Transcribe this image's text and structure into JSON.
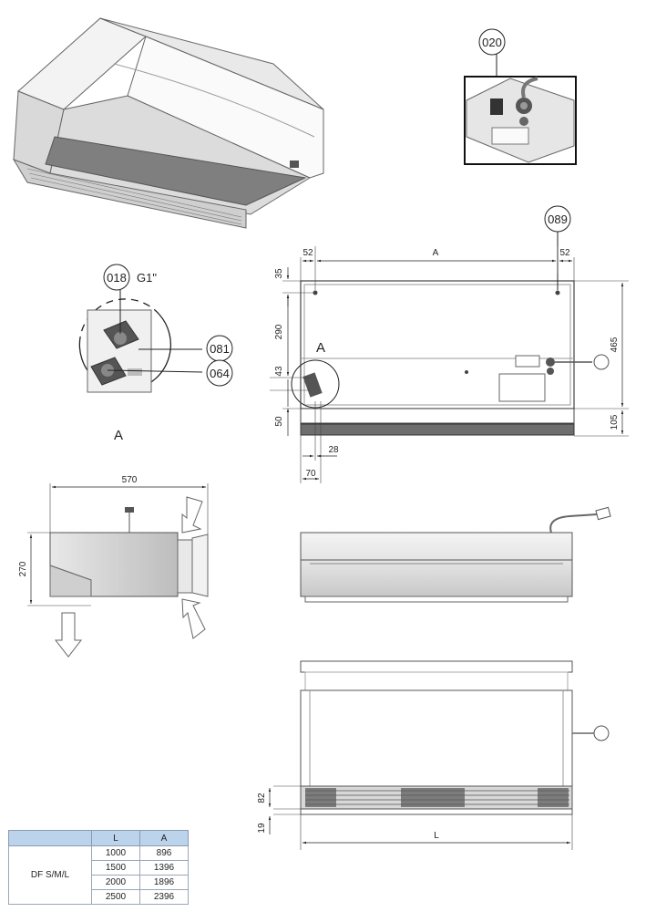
{
  "callouts": {
    "c020": "020",
    "c089": "089",
    "c018": "018",
    "c081": "081",
    "c064": "064",
    "thread": "G1\"",
    "detail_label": "A",
    "detail_label_main": "A"
  },
  "dimensions": {
    "top_left_52": "52",
    "top_A": "A",
    "top_right_52": "52",
    "v35": "35",
    "v290": "290",
    "v43": "43",
    "v50": "50",
    "v465": "465",
    "v105": "105",
    "h28": "28",
    "h70": "70",
    "side_570": "570",
    "side_270": "270",
    "front_82": "82",
    "front_19": "19",
    "front_L": "L"
  },
  "table": {
    "headers": [
      "",
      "L",
      "A"
    ],
    "model": "DF S/M/L",
    "rows": [
      {
        "L": "1000",
        "A": "896"
      },
      {
        "L": "1500",
        "A": "1396"
      },
      {
        "L": "2000",
        "A": "1896"
      },
      {
        "L": "2500",
        "A": "2396"
      }
    ]
  }
}
